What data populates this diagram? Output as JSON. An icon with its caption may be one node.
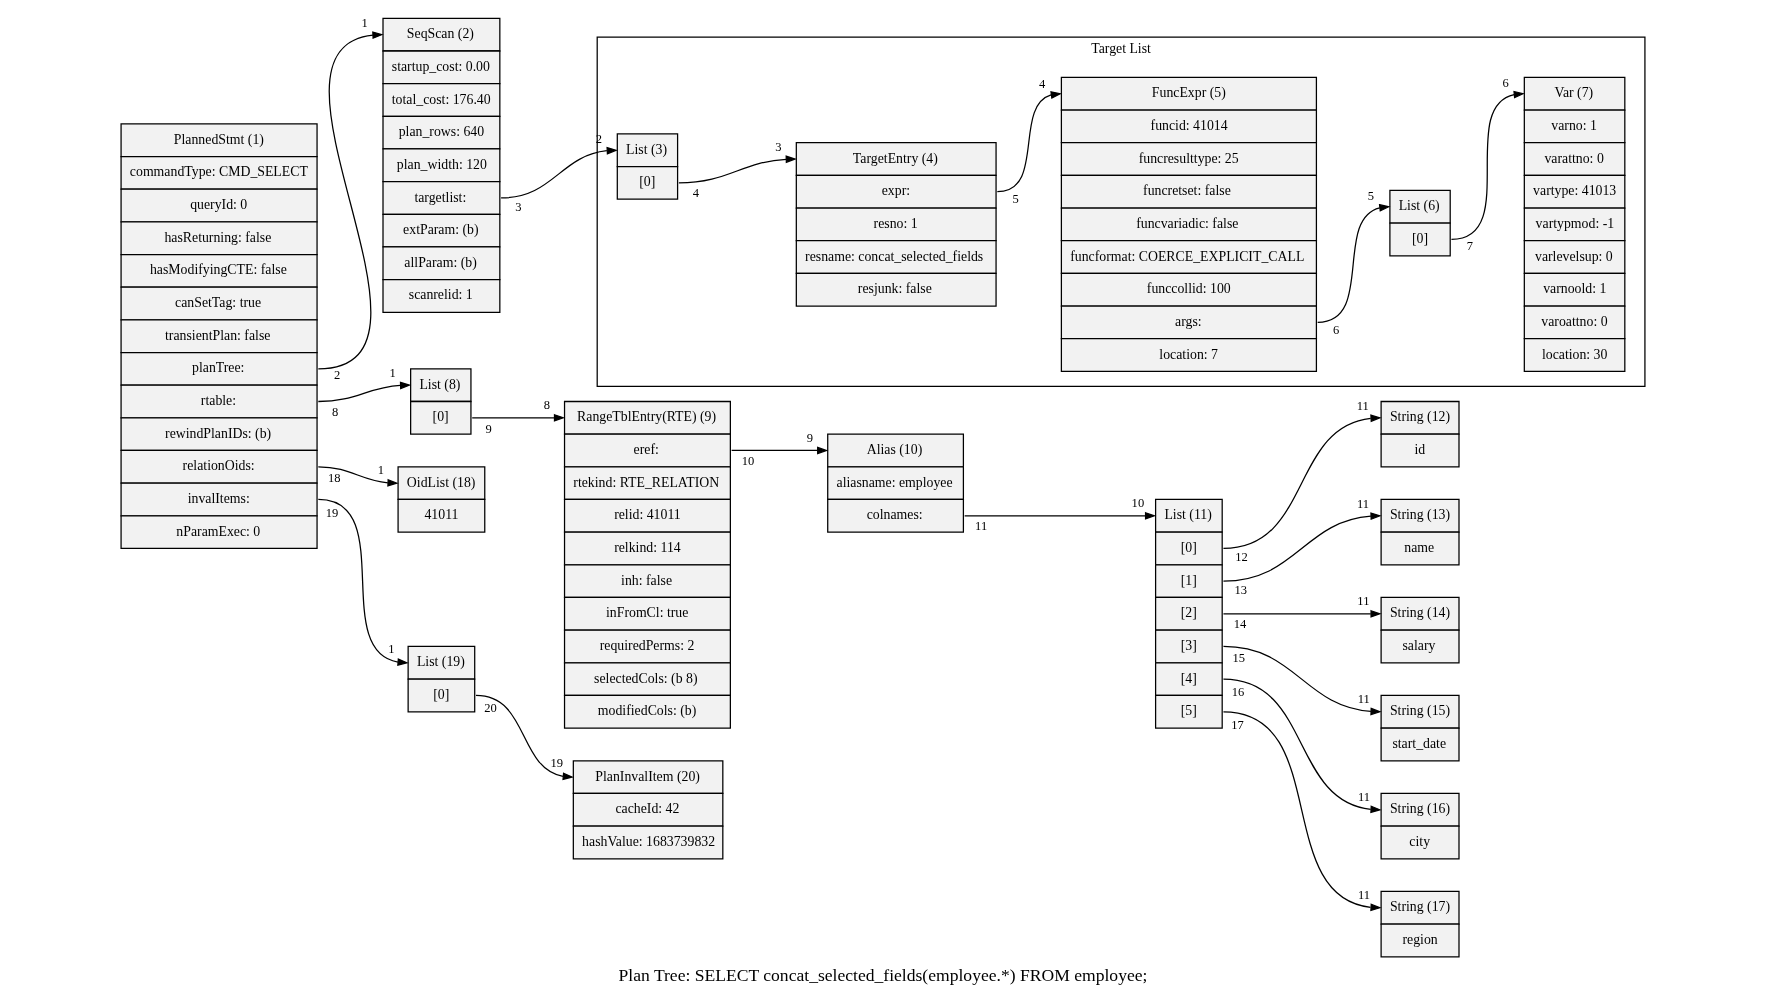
{
  "diagram": {
    "caption": "Plan Tree: SELECT concat_selected_fields(employee.*) FROM employee;",
    "nodes": [
      {
        "text": [
          "PlannedStmt (1)",
          "commandType: CMD_SELECT",
          "queryId: 0",
          "hasReturning: false",
          "hasModifyingCTE: false",
          "canSetTag: true",
          "transientPlan: false",
          "planTree:",
          "rtable:",
          "rewindPlanIDs: (b)",
          "relationOids:",
          "invalItems:",
          "nParamExec: 0"
        ],
        "beside": [
          "2",
          "8",
          "18",
          "19"
        ]
      },
      {
        "text": [
          "SeqScan (2)",
          "startup_cost: 0.00",
          "total_cost: 176.40",
          "plan_rows: 640",
          "plan_width: 120",
          "targetlist:",
          "extParam: (b)",
          "allParam: (b)",
          "scanrelid: 1"
        ],
        "beside": [
          "1",
          "3"
        ]
      },
      {
        "text": [
          "Target List"
        ]
      },
      {
        "text": [
          "List (3)",
          "[0]"
        ],
        "in": 2,
        "beside": [
          "2",
          "4"
        ]
      },
      {
        "text": [
          "TargetEntry (4)",
          "expr:",
          "resno: 1",
          "resname: concat_selected_fields",
          "resjunk: false"
        ],
        "in": 2,
        "beside": [
          "3",
          "5"
        ]
      },
      {
        "text": [
          "FuncExpr (5)",
          "funcid: 41014",
          "funcresulttype: 25",
          "funcretset: false",
          "funcvariadic: false",
          "funcformat: COERCE_EXPLICIT_CALL",
          "funccollid: 100",
          "args:",
          "location: 7"
        ],
        "in": 2,
        "beside": [
          "4",
          "6"
        ]
      },
      {
        "text": [
          "List (6)",
          "[0]"
        ],
        "in": 2,
        "beside": [
          "5",
          "7"
        ]
      },
      {
        "text": [
          "Var (7)",
          "varno: 1",
          "varattno: 0",
          "vartype: 41013",
          "vartypmod: -1",
          "varlevelsup: 0",
          "varnoold: 1",
          "varoattno: 0",
          "location: 30"
        ],
        "in": 2,
        "beside": [
          "6"
        ]
      },
      {
        "text": [
          "List (8)",
          "[0]"
        ],
        "beside": [
          "1",
          "9"
        ]
      },
      {
        "text": [
          "RangeTblEntry(RTE) (9)",
          "eref:",
          "rtekind: RTE_RELATION",
          "relid: 41011",
          "relkind: 114",
          "inh: false",
          "inFromCl: true",
          "requiredPerms: 2",
          "selectedCols: (b 8)",
          "modifiedCols: (b)"
        ],
        "beside": [
          "8",
          "10"
        ]
      },
      {
        "text": [
          "Alias (10)",
          "aliasname: employee",
          "colnames:"
        ],
        "beside": [
          "9",
          "11"
        ]
      },
      {
        "text": [
          "List (11)",
          "[0]",
          "[1]",
          "[2]",
          "[3]",
          "[4]",
          "[5]"
        ],
        "beside": [
          "10",
          "12",
          "13",
          "14",
          "15",
          "16",
          "17"
        ]
      },
      {
        "text": [
          "String (12)",
          "id"
        ],
        "beside": [
          "11"
        ]
      },
      {
        "text": [
          "String (13)",
          "name"
        ],
        "beside": [
          "11"
        ]
      },
      {
        "text": [
          "String (14)",
          "salary"
        ],
        "beside": [
          "11"
        ]
      },
      {
        "text": [
          "String (15)",
          "start_date"
        ],
        "beside": [
          "11"
        ]
      },
      {
        "text": [
          "String (16)",
          "city"
        ],
        "beside": [
          "11"
        ]
      },
      {
        "text": [
          "String (17)",
          "region"
        ],
        "beside": [
          "11"
        ]
      },
      {
        "text": [
          "OidList (18)",
          "41011"
        ],
        "beside": [
          "1"
        ]
      },
      {
        "text": [
          "List (19)",
          "[0]"
        ],
        "beside": [
          "1",
          "20"
        ]
      },
      {
        "text": [
          "PlanInvalItem (20)",
          "cacheId: 42",
          "hashValue: 1683739832"
        ],
        "beside": [
          "19"
        ]
      }
    ],
    "edges": [
      {
        "from": 0,
        "to": 1,
        "arrow": "to"
      },
      {
        "from": 1,
        "to": 3,
        "arrow": "to"
      },
      {
        "from": 3,
        "to": 4,
        "arrow": "to"
      },
      {
        "from": 4,
        "to": 5,
        "arrow": "to"
      },
      {
        "from": 5,
        "to": 6,
        "arrow": "to"
      },
      {
        "from": 6,
        "to": 7,
        "arrow": "to"
      },
      {
        "from": 0,
        "to": 8,
        "arrow": "to"
      },
      {
        "from": 8,
        "to": 9,
        "arrow": "to"
      },
      {
        "from": 9,
        "to": 10,
        "arrow": "to"
      },
      {
        "from": 10,
        "to": 11,
        "arrow": "to"
      },
      {
        "from": 11,
        "to": 12,
        "arrow": "to"
      },
      {
        "from": 11,
        "to": 13,
        "arrow": "to"
      },
      {
        "from": 11,
        "to": 14,
        "arrow": "to"
      },
      {
        "from": 11,
        "to": 15,
        "arrow": "to"
      },
      {
        "from": 11,
        "to": 16,
        "arrow": "to"
      },
      {
        "from": 11,
        "to": 17,
        "arrow": "to"
      },
      {
        "from": 0,
        "to": 18,
        "arrow": "to"
      },
      {
        "from": 0,
        "to": 19,
        "arrow": "to"
      },
      {
        "from": 19,
        "to": 20,
        "arrow": "to"
      }
    ]
  }
}
